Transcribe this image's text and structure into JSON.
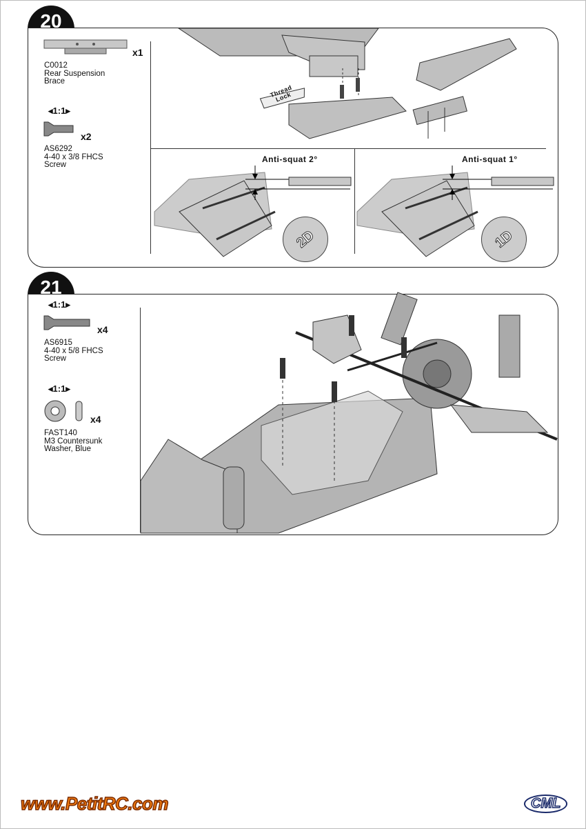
{
  "steps": [
    {
      "number": "20",
      "parts": [
        {
          "code": "C0012",
          "name_line1": "Rear Suspension",
          "name_line2": "Brace",
          "qty": "x1"
        },
        {
          "scale": "1:1",
          "code": "AS6292",
          "name_line1": "4-40 x 3/8 FHCS",
          "name_line2": "Screw",
          "qty": "x2"
        }
      ],
      "annotations": {
        "thread_lock_line1": "Thread",
        "thread_lock_line2": "Lock",
        "anti_squat_left": "Anti-squat 2°",
        "anti_squat_right": "Anti-squat 1°",
        "badge_left": "2D",
        "badge_right": "1D"
      }
    },
    {
      "number": "21",
      "parts": [
        {
          "scale": "1:1",
          "code": "AS6915",
          "name_line1": "4-40 x 5/8 FHCS",
          "name_line2": "Screw",
          "qty": "x4"
        },
        {
          "scale": "1:1",
          "code": "FAST140",
          "name_line1": "M3 Countersunk",
          "name_line2": "Washer, Blue",
          "qty": "x4"
        }
      ]
    }
  ],
  "footer": {
    "left_logo": "www.PetitRC.com",
    "right_logo": "CML"
  },
  "colors": {
    "ink": "#111111",
    "part_gray": "#b8b8b8",
    "logo_orange": "#f07a10"
  }
}
